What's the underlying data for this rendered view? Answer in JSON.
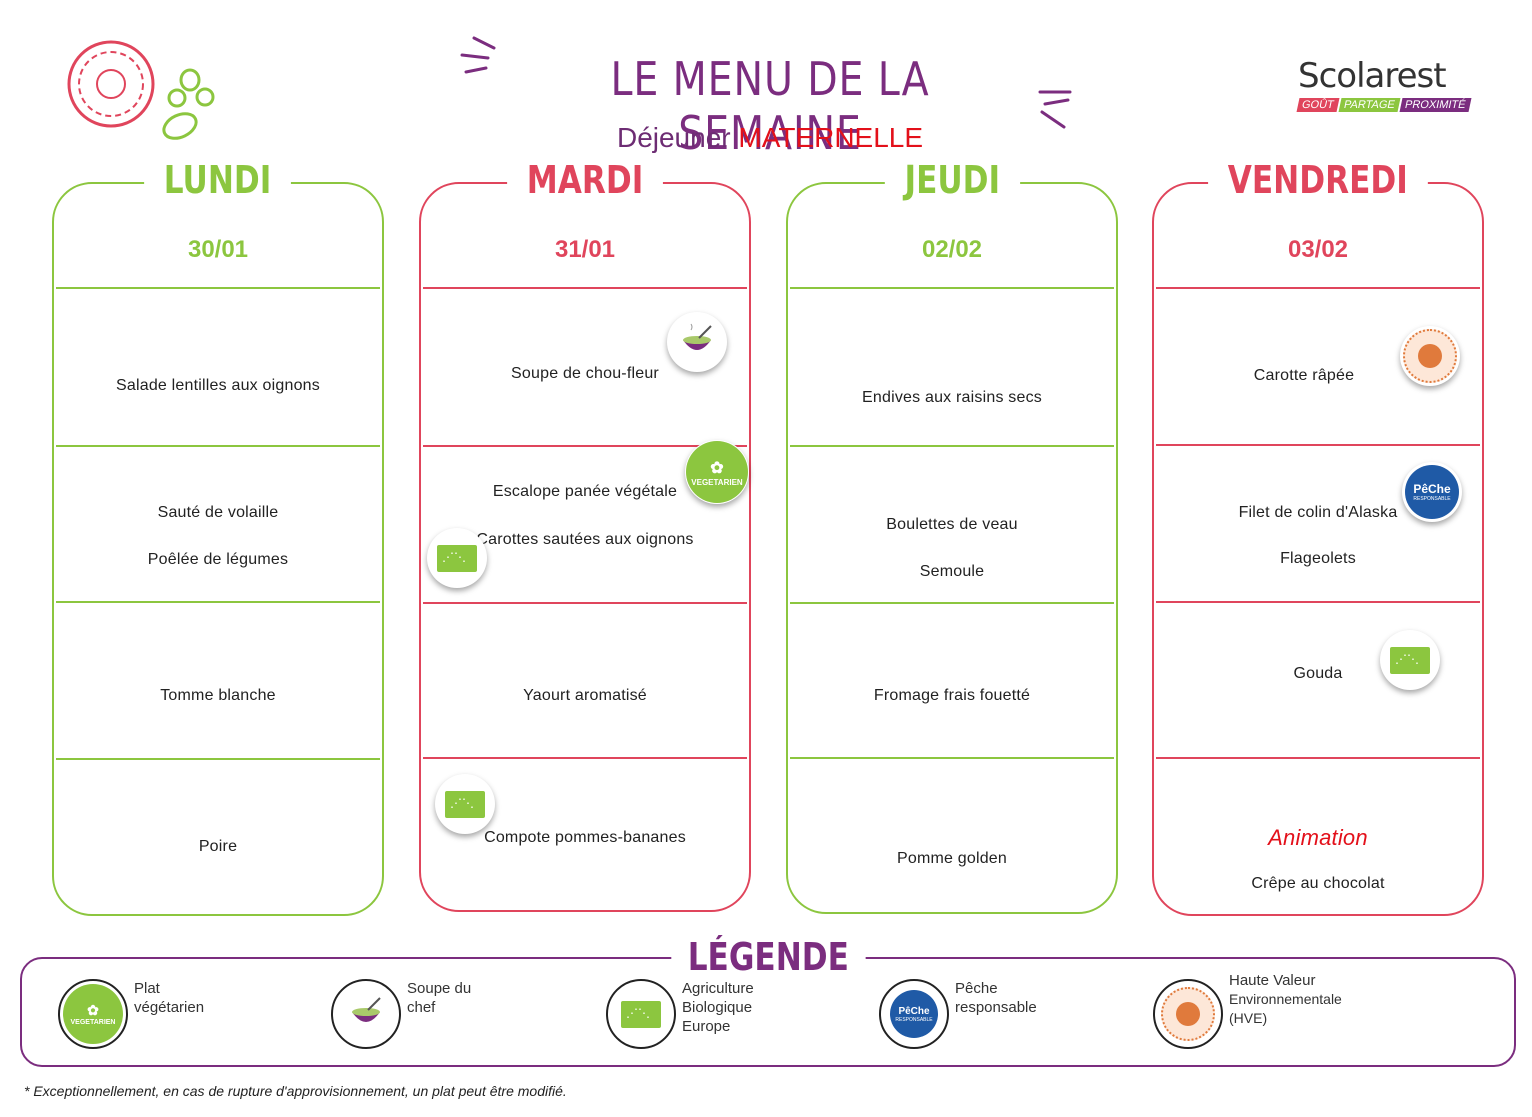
{
  "header": {
    "title": "LE MENU DE LA SEMAINE",
    "subtitle_part1": "Déjeuner",
    "subtitle_part2": "MATERNELLE"
  },
  "logo": {
    "name": "Scolarest",
    "tags": [
      "GOÛT",
      "PARTAGE",
      "PROXIMITÉ"
    ],
    "tag_colors": [
      "#e0455c",
      "#8cc63f",
      "#7b2d7f"
    ]
  },
  "days": [
    {
      "name": "LUNDI",
      "date": "30/01",
      "starter": "Salade lentilles aux oignons",
      "main": "Sauté de volaille",
      "side": "Poêlée de légumes",
      "dairy": "Tomme blanche",
      "dessert": "Poire"
    },
    {
      "name": "MARDI",
      "date": "31/01",
      "starter": "Soupe de chou-fleur",
      "main": "Escalope panée végétale",
      "side": "Carottes sautées aux oignons",
      "dairy": "Yaourt aromatisé",
      "dessert": "Compote pommes-bananes"
    },
    {
      "name": "JEUDI",
      "date": "02/02",
      "starter": "Endives aux raisins secs",
      "main": "Boulettes de veau",
      "side": "Semoule",
      "dairy": "Fromage frais fouetté",
      "dessert": "Pomme golden"
    },
    {
      "name": "VENDREDI",
      "date": "03/02",
      "starter": "Carotte râpée",
      "main": "Filet de colin d'Alaska",
      "side": "Flageolets",
      "dairy": "Gouda",
      "dessert_note": "Animation",
      "dessert": "Crêpe au chocolat"
    }
  ],
  "badges": {
    "veg_text": "VEGETARIEN",
    "peche_text": "PêChe",
    "peche_sub": "RESPONSABLE"
  },
  "legend": {
    "title": "LÉGENDE",
    "items": [
      {
        "icon": "vegetarian-icon",
        "label": "Plat\nvégétarien"
      },
      {
        "icon": "soup-icon",
        "label": "Soupe du\nchef"
      },
      {
        "icon": "eu-organic-icon",
        "label": "Agriculture\nBiologique\nEurope"
      },
      {
        "icon": "responsible-fishing-icon",
        "label": "Pêche\nresponsable"
      },
      {
        "icon": "hve-icon",
        "label_line1": "Haute Valeur",
        "label_rest": "Environnementale\n(HVE)"
      }
    ]
  },
  "footnote": "* Exceptionnellement, en cas de rupture d'approvisionnement, un plat peut être modifié.",
  "colors": {
    "green": "#8cc63f",
    "pink": "#e0455c",
    "purple": "#7b2d7f",
    "red": "#e3101a"
  }
}
